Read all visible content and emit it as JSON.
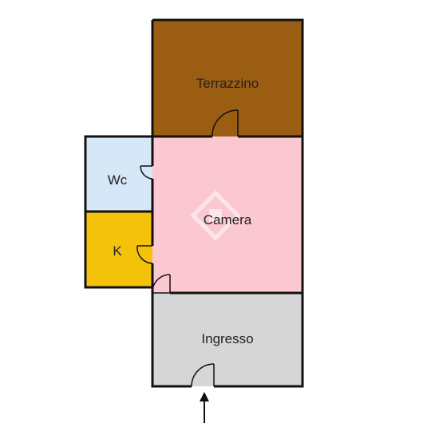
{
  "colors": {
    "terrazzino": "#9a5d12",
    "camera": "#fbc8d2",
    "wc": "#d6e7f7",
    "k": "#f4c20a",
    "ingresso": "#d6d6d6",
    "wall": "#111111",
    "arrow": "#111111",
    "watermark": "#ffffff"
  },
  "rooms": {
    "terrazzino": {
      "label": "Terrazzino"
    },
    "camera": {
      "label": "Camera"
    },
    "wc": {
      "label": "Wc"
    },
    "k": {
      "label": "K"
    },
    "ingresso": {
      "label": "Ingresso"
    }
  },
  "entrance_arrow_icon": "arrow-up-icon"
}
